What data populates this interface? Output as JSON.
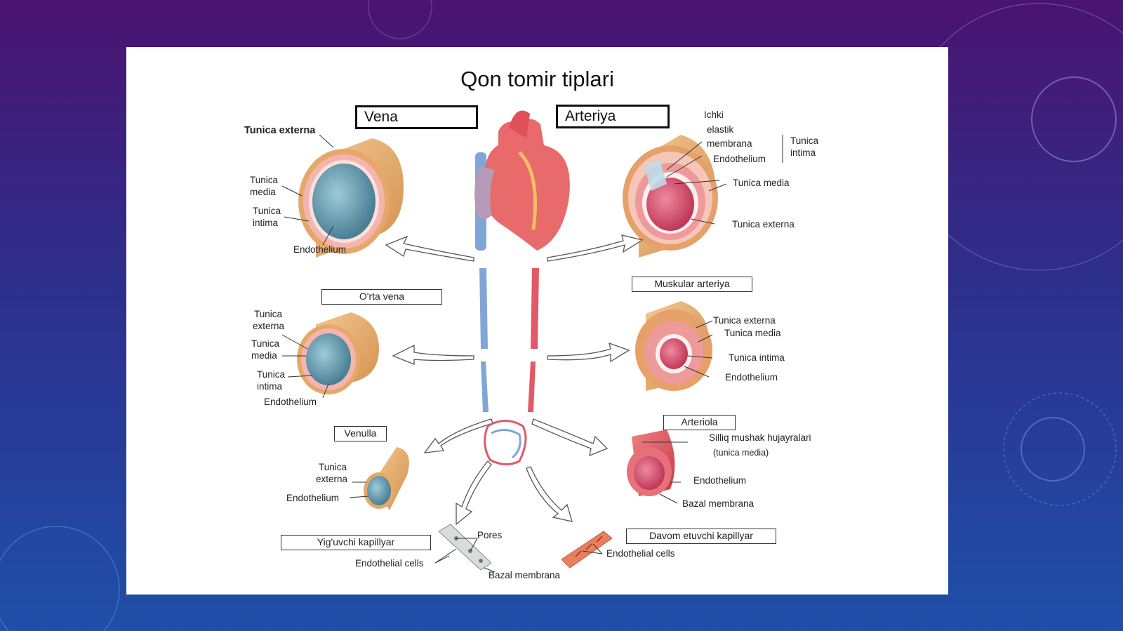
{
  "slide": {
    "title": "Qon tomir tiplari"
  },
  "boxes": {
    "vena": "Vena",
    "arteriya": "Arteriya",
    "orta_vena": "O'rta vena",
    "muskular_arteriya": "Muskular arteriya",
    "venulla": "Venulla",
    "arteriola": "Arteriola",
    "yiguvchi_kapillyar": "Yig'uvchi kapillyar",
    "davom_etuvchi_kapillyar": "Davom etuvchi kapillyar"
  },
  "vena_labels": {
    "tunica_externa": "Tunica externa",
    "tunica_media_1": "Tunica",
    "tunica_media_2": "media",
    "tunica_intima_1": "Tunica",
    "tunica_intima_2": "intima",
    "endothelium": "Endothelium"
  },
  "arteriya_labels": {
    "ichki_1": "Ichki",
    "ichki_2": "elastik",
    "ichki_3": "membrana",
    "endothelium": "Endothelium",
    "tunica_intima_1": "Tunica",
    "tunica_intima_2": "intima",
    "tunica_media": "Tunica media",
    "tunica_externa": "Tunica externa"
  },
  "orta_vena_labels": {
    "externa_1": "Tunica",
    "externa_2": "externa",
    "media_1": "Tunica",
    "media_2": "media",
    "intima_1": "Tunica",
    "intima_2": "intima",
    "endothelium": "Endothelium"
  },
  "muskular_labels": {
    "tunica_externa": "Tunica externa",
    "tunica_media": "Tunica media",
    "tunica_intima": "Tunica intima",
    "endothelium": "Endothelium"
  },
  "venulla_labels": {
    "externa_1": "Tunica",
    "externa_2": "externa",
    "endothelium": "Endothelium"
  },
  "arteriola_labels": {
    "silliq_1": "Silliq mushak hujayralari",
    "silliq_2": "(tunica media)",
    "endothelium": "Endothelium",
    "bazal": "Bazal membrana"
  },
  "capillary_labels": {
    "pores": "Pores",
    "endothelial_left": "Endothelial cells",
    "bazal": "Bazal membrana",
    "endothelial_right": "Endothelial cells"
  },
  "colors": {
    "vein_blue": "#7fa6d6",
    "artery_red": "#e0505a",
    "externa_tan": "#e0a868",
    "media_pink": "#f0a0a0",
    "lumen_blue": "#6d9fb5",
    "lumen_red": "#d94a66"
  }
}
